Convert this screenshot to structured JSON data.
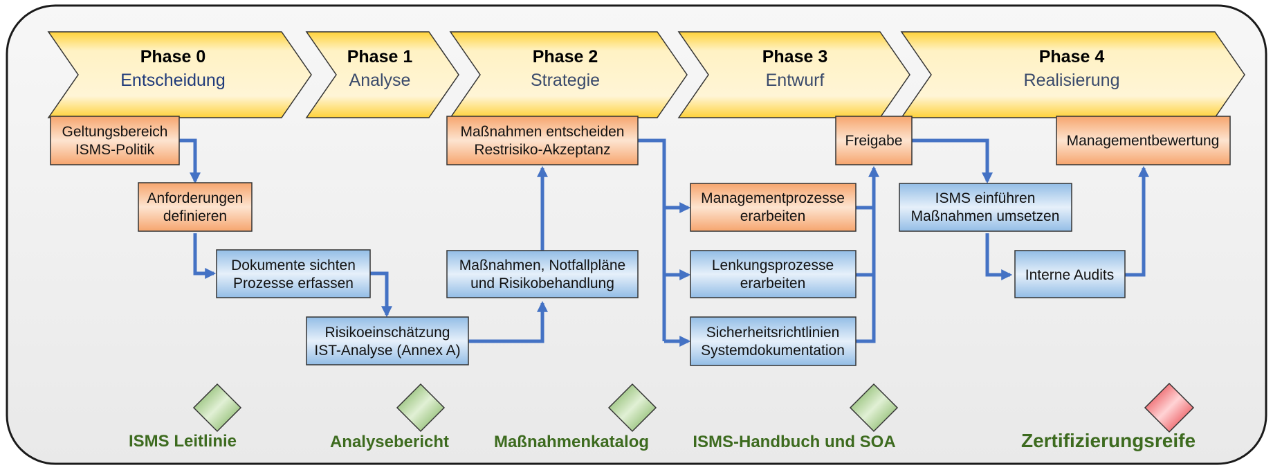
{
  "phases": [
    {
      "title": "Phase 0",
      "subtitle": "Entscheidung"
    },
    {
      "title": "Phase 1",
      "subtitle": "Analyse"
    },
    {
      "title": "Phase 2",
      "subtitle": "Strategie"
    },
    {
      "title": "Phase 3",
      "subtitle": "Entwurf"
    },
    {
      "title": "Phase 4",
      "subtitle": "Realisierung"
    }
  ],
  "boxes": {
    "geltungsbereich": {
      "line1": "Geltungsbereich",
      "line2": "ISMS-Politik"
    },
    "anforderungen": {
      "line1": "Anforderungen",
      "line2": "definieren"
    },
    "dokumente": {
      "line1": "Dokumente sichten",
      "line2": "Prozesse erfassen"
    },
    "risikoeinschaetzung": {
      "line1": "Risikoeinschätzung",
      "line2": "IST-Analyse (Annex A)"
    },
    "massnahmen_notfall": {
      "line1": "Maßnahmen, Notfallpläne",
      "line2": "und Risikobehandlung"
    },
    "massnahmen_entscheiden": {
      "line1": "Maßnahmen entscheiden",
      "line2": "Restrisiko-Akzeptanz"
    },
    "managementprozesse": {
      "line1": "Managementprozesse",
      "line2": "erarbeiten"
    },
    "lenkungsprozesse": {
      "line1": "Lenkungsprozesse",
      "line2": "erarbeiten"
    },
    "sicherheitsrichtlinien": {
      "line1": "Sicherheitsrichtlinien",
      "line2": "Systemdokumentation"
    },
    "freigabe": {
      "line1": "Freigabe"
    },
    "isms_einfuehren": {
      "line1": "ISMS einführen",
      "line2": "Maßnahmen umsetzen"
    },
    "interne_audits": {
      "line1": "Interne Audits"
    },
    "managementbewertung": {
      "line1": "Managementbewertung"
    }
  },
  "milestones": [
    {
      "label": "ISMS Leitlinie",
      "status": "green"
    },
    {
      "label": "Analysebericht",
      "status": "green"
    },
    {
      "label": "Maßnahmenkatalog",
      "status": "green"
    },
    {
      "label": "ISMS-Handbuch und SOA",
      "status": "green"
    },
    {
      "label": "Zertifizierungsreife",
      "status": "red"
    }
  ],
  "colors": {
    "connector": "#4472c4",
    "orange_box": "#f4b183",
    "blue_box": "#bdd7ee",
    "milestone_green": "#70ad47",
    "milestone_red": "#e3242b",
    "milestone_text": "#3d6b1f"
  }
}
